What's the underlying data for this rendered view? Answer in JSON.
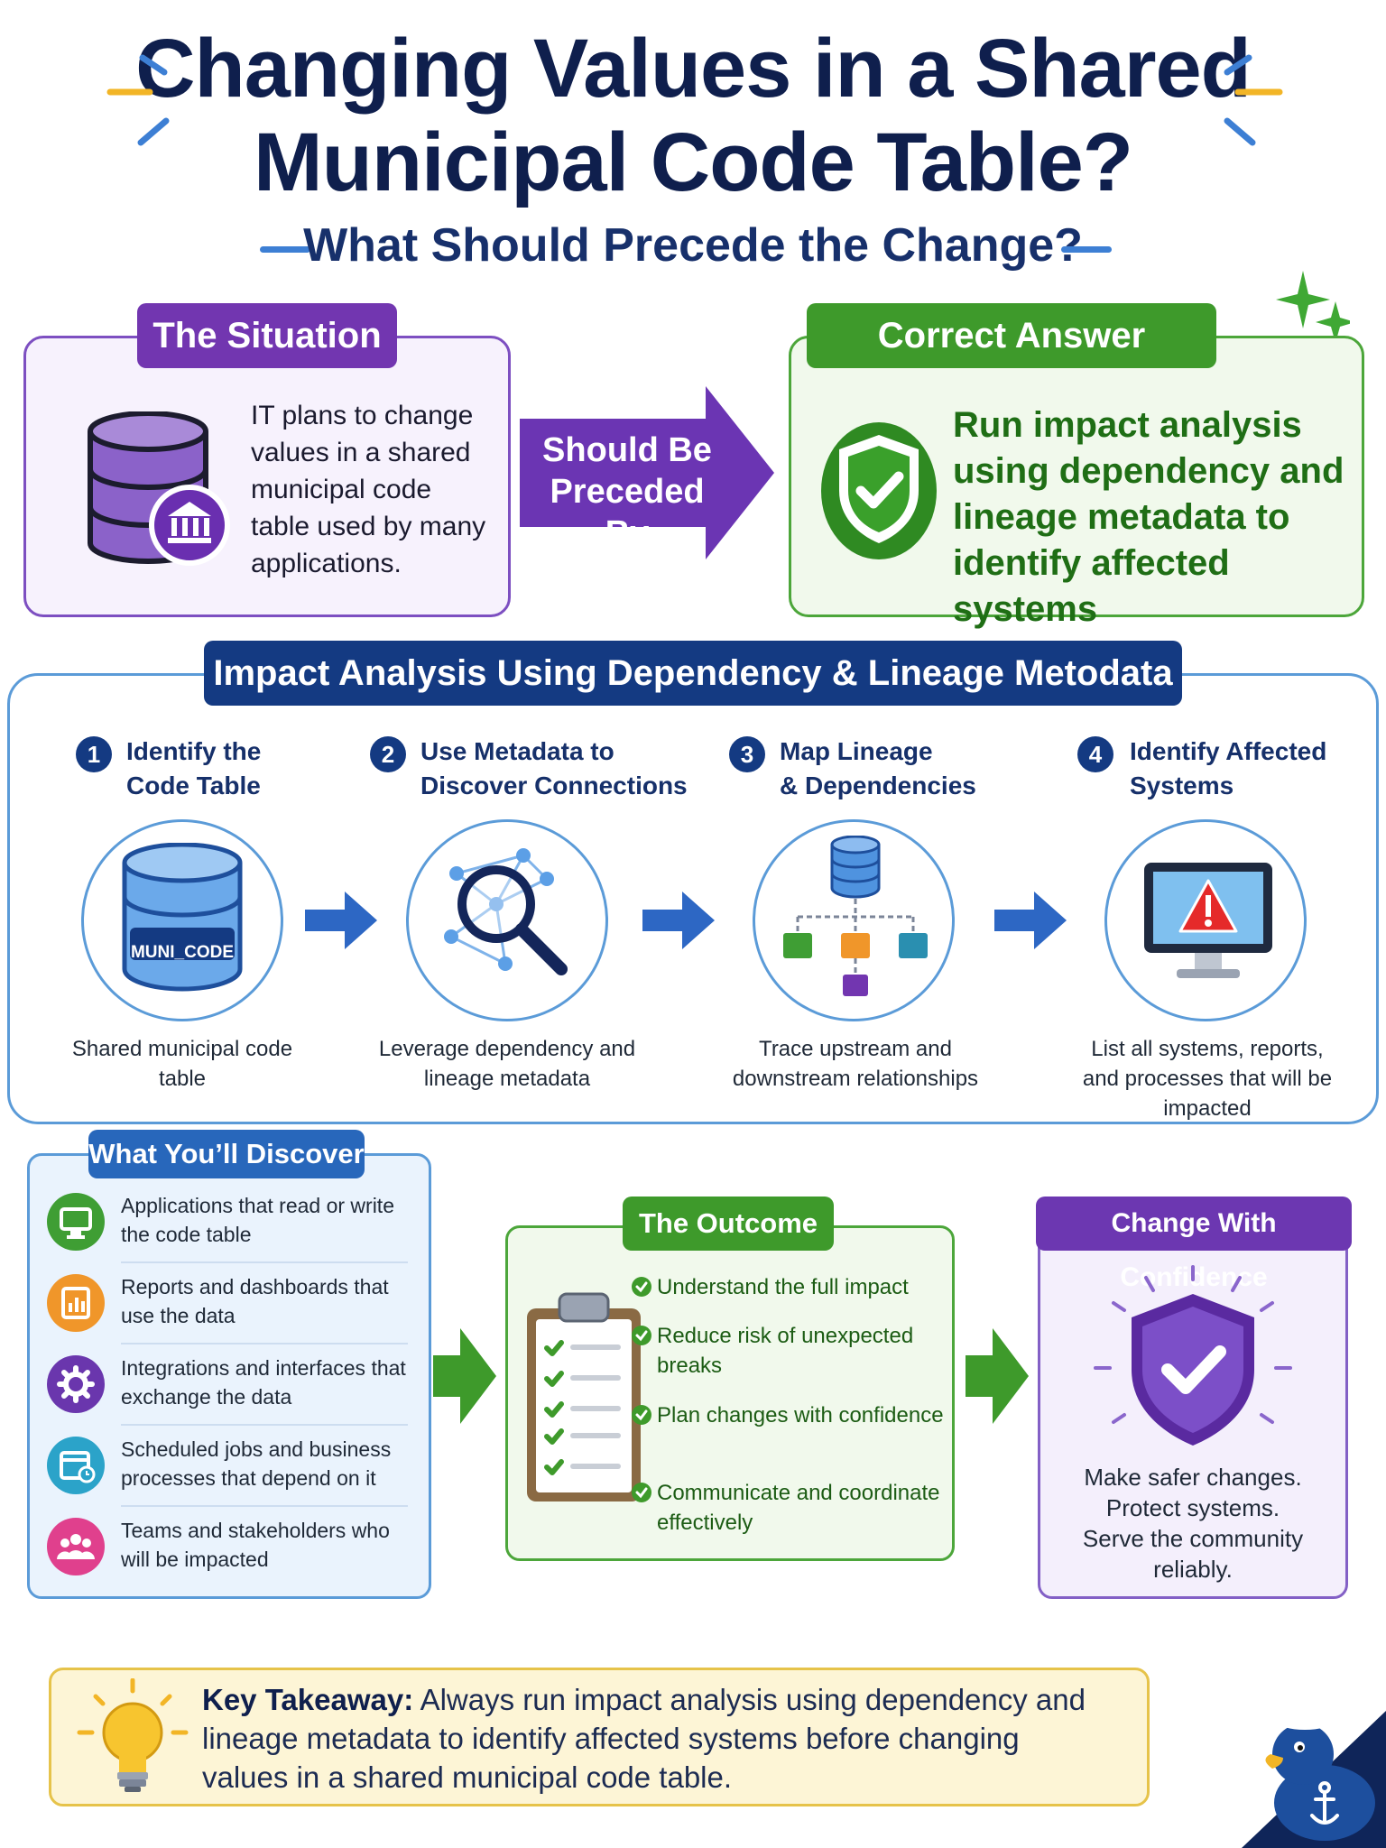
{
  "header": {
    "title_line1": "Changing Values in a Shared",
    "title_line2": "Municipal Code Table?",
    "subtitle": "What Should Precede the Change?"
  },
  "situation": {
    "label": "The Situation",
    "text": "IT plans to change values in a shared municipal code table used by many applications."
  },
  "connector": {
    "line1": "Should Be",
    "line2": "Preceded By"
  },
  "answer": {
    "label": "Correct Answer",
    "text": "Run impact analysis using dependency and lineage metadata to identify affected systems"
  },
  "impact": {
    "title": "Impact Analysis Using Dependency & Lineage Metodata",
    "steps": [
      {
        "num": "1",
        "title_line1": "Identify the",
        "title_line2": "Code Table",
        "desc": "Shared municipal code table",
        "icon_label": "MUNI_CODE"
      },
      {
        "num": "2",
        "title_line1": "Use Metadata to",
        "title_line2": "Discover Connections",
        "desc": "Leverage dependency and lineage metadata"
      },
      {
        "num": "3",
        "title_line1": "Map Lineage",
        "title_line2": "& Dependencies",
        "desc": "Trace upstream and downstream relationships"
      },
      {
        "num": "4",
        "title_line1": "Identify Affected",
        "title_line2": "Systems",
        "desc": "List all systems, reports, and processes that will be impacted"
      }
    ]
  },
  "discover": {
    "label": "What You’ll Discover",
    "items": [
      {
        "text": "Applications that read or write the code table",
        "icon": "monitor-app-icon",
        "color": "#3f9e34"
      },
      {
        "text": "Reports and dashboards that use the data",
        "icon": "report-icon",
        "color": "#f0962a"
      },
      {
        "text": "Integrations and interfaces that exchange the data",
        "icon": "gear-icon",
        "color": "#6a36ad"
      },
      {
        "text": "Scheduled jobs and business processes that depend on it",
        "icon": "calendar-icon",
        "color": "#2ba3c9"
      },
      {
        "text": "Teams and stakeholders who will be impacted",
        "icon": "people-icon",
        "color": "#e0408d"
      }
    ]
  },
  "outcome": {
    "label": "The Outcome",
    "items": [
      "Understand the full impact",
      "Reduce risk of unexpected breaks",
      "Plan changes with confidence",
      "Communicate and coordinate effectively"
    ]
  },
  "confidence": {
    "label": "Change With Confidence",
    "line1": "Make safer changes.",
    "line2": "Protect systems.",
    "line3": "Serve the community reliably."
  },
  "takeaway": {
    "label": "Key Takeaway:",
    "text": "Always run impact analysis using dependency and lineage metadata to identify affected systems before changing values in a shared municipal code table."
  },
  "colors": {
    "navy": "#143a82",
    "purple": "#7236b0",
    "green": "#3e9a2b",
    "blue": "#2867bb",
    "yellow": "#e6c34a"
  }
}
